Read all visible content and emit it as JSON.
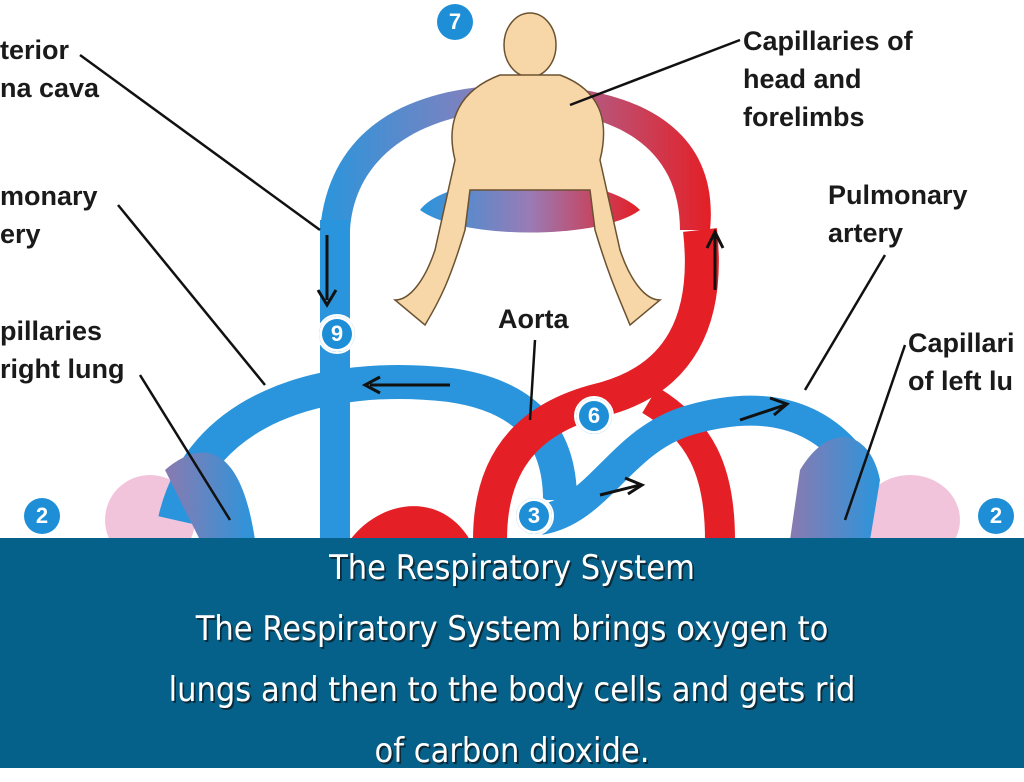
{
  "diagram": {
    "labels": {
      "anterior_vena_cava": [
        "terior",
        "na cava"
      ],
      "pulmonary_vein": [
        "monary",
        "ery"
      ],
      "capillaries_right_lung": [
        "pillaries",
        "right lung"
      ],
      "capillaries_head": [
        "Capillaries of",
        "head and",
        "forelimbs"
      ],
      "pulmonary_artery": [
        "Pulmonary",
        "artery"
      ],
      "capillaries_left_lung": [
        "Capillari",
        "of left lu"
      ],
      "aorta": "Aorta"
    },
    "badges": [
      "7",
      "9",
      "6",
      "2",
      "2",
      "3"
    ],
    "colors": {
      "deoxygenated": "#2a95dc",
      "oxygenated": "#e41f26",
      "skin": "#f7d6a8",
      "lung": "#f2c4dc"
    }
  },
  "caption": {
    "title": "The Respiratory System",
    "lines": [
      "The Respiratory System brings oxygen to",
      "lungs and then to the body cells and gets rid",
      "of carbon dioxide."
    ],
    "background": "#05618a"
  }
}
